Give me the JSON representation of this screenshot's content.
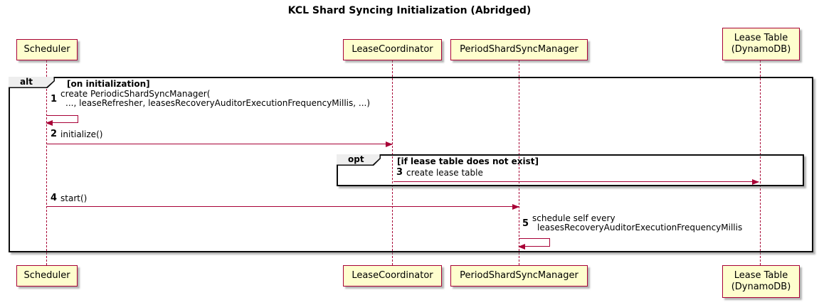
{
  "title": "KCL Shard Syncing Initialization (Abridged)",
  "colors": {
    "participant_fill": "#FEFECE",
    "participant_border": "#A80036",
    "lifeline": "#A80036",
    "arrow": "#A80036",
    "frame_border": "#0c0c0c",
    "frame_tab_fill": "#EEEEEE",
    "background": "#FFFFFF"
  },
  "participants": {
    "scheduler": {
      "label": "Scheduler"
    },
    "lease_coordinator": {
      "label": "LeaseCoordinator"
    },
    "period_shard_sync_manager": {
      "label": "PeriodShardSyncManager"
    },
    "lease_table": {
      "label_line1": "Lease Table",
      "label_line2": "(DynamoDB)"
    }
  },
  "frames": {
    "alt": {
      "operator": "alt",
      "guard": "[on initialization]"
    },
    "opt": {
      "operator": "opt",
      "guard": "[if lease table does not exist]"
    }
  },
  "messages": {
    "m1": {
      "num": "1",
      "line1": "create PeriodicShardSyncManager(",
      "line2": "..., leaseRefresher, leasesRecoveryAuditorExecutionFrequencyMillis, ...)",
      "from": "Scheduler",
      "to": "Scheduler",
      "kind": "self"
    },
    "m2": {
      "num": "2",
      "text": "initialize()",
      "from": "Scheduler",
      "to": "LeaseCoordinator",
      "kind": "arrow"
    },
    "m3": {
      "num": "3",
      "text": "create lease table",
      "from": "LeaseCoordinator",
      "to": "Lease Table (DynamoDB)",
      "kind": "arrow"
    },
    "m4": {
      "num": "4",
      "text": "start()",
      "from": "Scheduler",
      "to": "PeriodShardSyncManager",
      "kind": "arrow"
    },
    "m5": {
      "num": "5",
      "line1": "schedule self every",
      "line2": "leasesRecoveryAuditorExecutionFrequencyMillis",
      "from": "PeriodShardSyncManager",
      "to": "PeriodShardSyncManager",
      "kind": "self"
    }
  }
}
